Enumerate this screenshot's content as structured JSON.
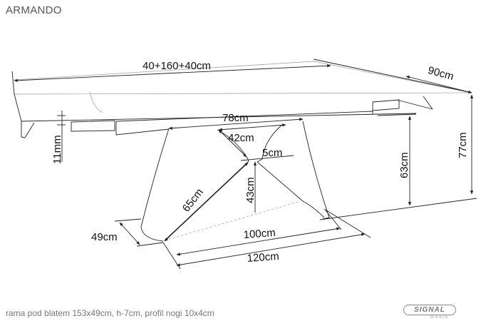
{
  "title": "ARMANDO",
  "dimensions": {
    "length": "40+160+40cm",
    "depth": "90cm",
    "top_frame_width": "78cm",
    "inner_span": "42cm",
    "leg_gap": "5cm",
    "top_thickness": "11mm",
    "leg_height": "63cm",
    "total_height": "77cm",
    "cross_height": "43cm",
    "diagonal": "65cm",
    "base_depth": "49cm",
    "inner_base": "100cm",
    "base_length": "120cm"
  },
  "footer": "rama pod blatem 153x49cm, h-7cm, profil nogi 10x4cm",
  "logo": {
    "name": "SIGNAL",
    "sub": "meble"
  }
}
